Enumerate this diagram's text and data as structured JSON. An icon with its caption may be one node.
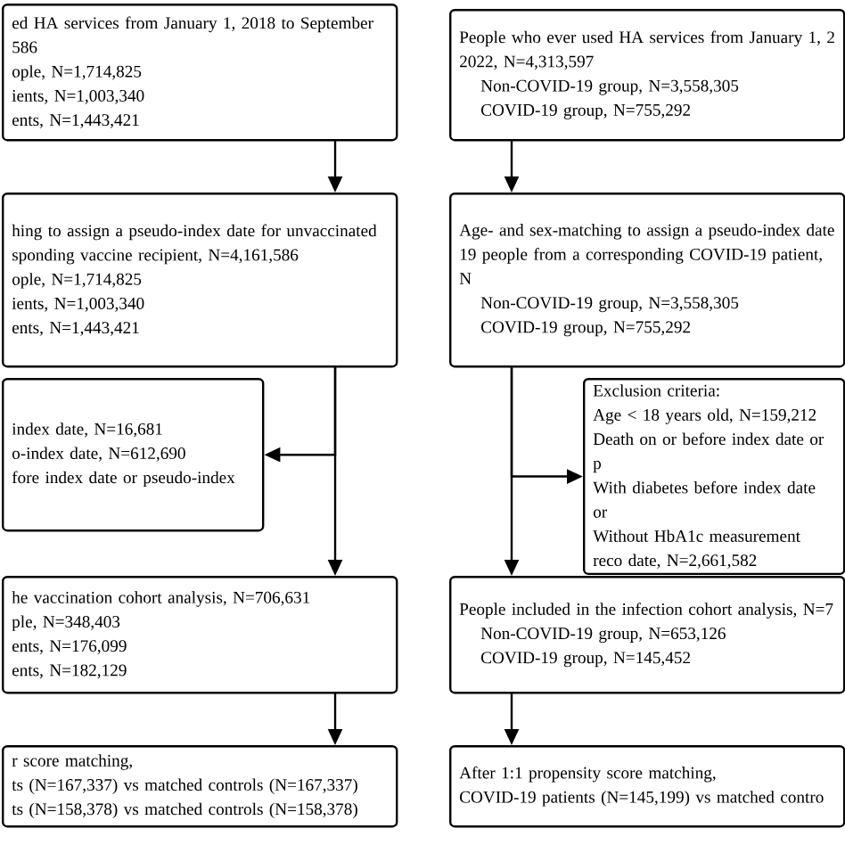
{
  "diagram": {
    "nodes": [
      {
        "text": [
          "ed HA services from January 1, 2018 to September 586",
          "ople, N=1,714,825",
          "ients, N=1,003,340",
          "ents, N=1,443,421"
        ]
      },
      {
        "text": [
          "hing to assign a pseudo-index date for unvaccinated sponding vaccine recipient, N=4,161,586",
          "ople, N=1,714,825",
          "ients, N=1,003,340",
          "ents, N=1,443,421"
        ]
      },
      {
        "text": [
          "index date, N=16,681",
          "o-index date, N=612,690",
          "fore index date or pseudo-index"
        ]
      },
      {
        "text": [
          "he vaccination cohort analysis, N=706,631",
          "ple, N=348,403",
          "ents, N=176,099",
          "ents, N=182,129"
        ]
      },
      {
        "text": [
          "r score matching,",
          "ts (N=167,337) vs matched controls (N=167,337)",
          "ts (N=158,378) vs matched controls (N=158,378)"
        ]
      },
      {
        "text": [
          "People who ever used HA services from January 1, 2 2022, N=4,313,597",
          "Non-COVID-19 group, N=3,558,305",
          "COVID-19 group, N=755,292"
        ]
      },
      {
        "text": [
          "Age- and sex-matching to assign a pseudo-index date 19 people from a corresponding COVID-19 patient, N",
          "Non-COVID-19 group, N=3,558,305",
          "COVID-19 group, N=755,292"
        ]
      },
      {
        "text": [
          "Exclusion criteria:",
          "Age < 18 years old, N=159,212",
          "Death on or before index date or p",
          "With diabetes before index date or",
          "Without HbA1c measurement reco date, N=2,661,582"
        ]
      },
      {
        "text": [
          "People included in the infection cohort analysis, N=7",
          "Non-COVID-19 group, N=653,126",
          "COVID-19 group, N=145,452"
        ]
      },
      {
        "text": [
          "After 1:1 propensity score matching,",
          "COVID-19 patients (N=145,199) vs matched contro"
        ]
      }
    ],
    "edges": [
      {
        "from": 0,
        "to": 1,
        "arrow": "to"
      },
      {
        "from": 1,
        "to": 2,
        "arrow": "to"
      },
      {
        "from": 1,
        "to": 3,
        "arrow": "to"
      },
      {
        "from": 3,
        "to": 4,
        "arrow": "to"
      },
      {
        "from": 5,
        "to": 6,
        "arrow": "to"
      },
      {
        "from": 6,
        "to": 7,
        "arrow": "to"
      },
      {
        "from": 6,
        "to": 8,
        "arrow": "to"
      },
      {
        "from": 8,
        "to": 9,
        "arrow": "to"
      }
    ]
  }
}
